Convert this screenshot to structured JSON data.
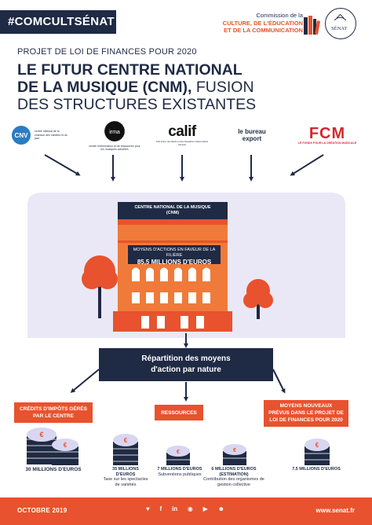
{
  "header": {
    "hashtag": "#COMCULTSÉNAT",
    "commission": [
      "Commission de la",
      "CULTURE, DE L'ÉDUCATION",
      "ET DE LA COMMUNICATION"
    ],
    "senat_logo_text": "SÉNAT"
  },
  "title": {
    "pretitle": "PROJET DE LOI DE FINANCES POUR 2020",
    "line1": "LE FUTUR CENTRE NATIONAL",
    "line2_bold": "DE LA MUSIQUE (CNM),",
    "line2_rest": " FUSION",
    "line3": "DES STRUCTURES EXISTANTES"
  },
  "logos": [
    {
      "name": "CNV",
      "mark": "CNV",
      "caption": "centre national de la chanson des variétés et du jazz"
    },
    {
      "name": "irma",
      "mark": "irma",
      "caption": "centre d'information et de ressources pour les musiques actuelles"
    },
    {
      "name": "calif",
      "mark": "calif",
      "caption": "club action des labels et des disquaires indépendants français"
    },
    {
      "name": "le bureau export",
      "mark": "le bureau export",
      "caption": ""
    },
    {
      "name": "FCM",
      "mark": "FCM",
      "caption": "LE FONDS POUR LA CRÉATION MUSICALE"
    }
  ],
  "cnm": {
    "banner_line1": "CENTRE NATIONAL DE LA MUSIQUE",
    "banner_line2": "(CNM)",
    "budget_label": "MOYENS D'ACTIONS EN FAVEUR DE LA FILIÈRE",
    "budget_amount": "85,5 MILLIONS D'EUROS"
  },
  "repartition": {
    "line1": "Répartition des moyens",
    "line2": "d'action par nature"
  },
  "categories": {
    "credits": "CRÉDITS D'IMPÔTS GÉRÉS PAR LE CENTRE",
    "ressources": "RESSOURCES",
    "moyens_line1": "MOYENS NOUVEAUX",
    "moyens_line2": "PRÉVUS DANS LE PROJET DE",
    "moyens_line3": "LOI DE FINANCES POUR 2020"
  },
  "amounts": {
    "credits": "30 MILLIONS D'EUROS",
    "taxe_amount": "35 MILLIONS D'EUROS",
    "taxe_desc": "Taxe sur les spectacles de variétés",
    "subv_amount": "7 MILLIONS D'EUROS",
    "subv_desc": "Subventions publiques",
    "gestion_amount": "6 MILLIONS D'EUROS",
    "gestion_est": "(ESTIMATION)",
    "gestion_desc": "Contribution des organismes de gestion collective",
    "nouveaux": "7,5 MILLIONS D'EUROS"
  },
  "footer": {
    "date": "OCTOBRE 2019",
    "social": [
      "♥",
      "f",
      "in",
      "◉",
      "▶",
      "☻"
    ],
    "url": "www.senat.fr"
  },
  "colors": {
    "navy": "#1f2a44",
    "orange": "#e8522e",
    "orange_light": "#f07a3a",
    "lavender": "#d8d6f0"
  }
}
